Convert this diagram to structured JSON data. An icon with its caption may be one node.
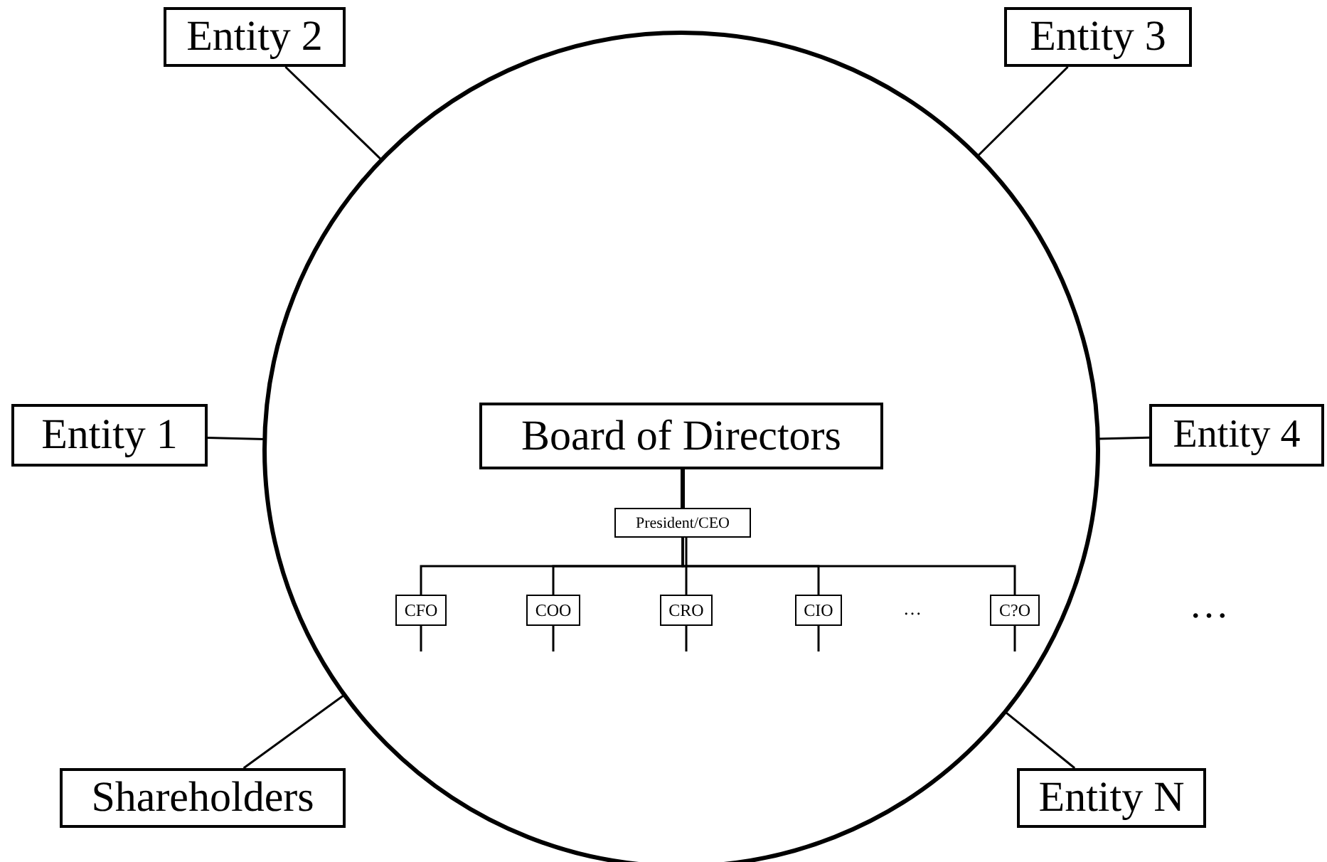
{
  "diagram": {
    "nodes": [
      {
        "text": [],
        "shape": "circle"
      },
      {
        "text": [
          "Entity 2"
        ]
      },
      {
        "text": [
          "Entity 3"
        ]
      },
      {
        "text": [
          "Entity 1"
        ]
      },
      {
        "text": [
          "Board of Directors"
        ],
        "in": 0
      },
      {
        "text": [
          "Entity 4"
        ]
      },
      {
        "text": [
          "President/CEO"
        ],
        "in": 0
      },
      {
        "text": [
          "CFO"
        ],
        "in": 0
      },
      {
        "text": [
          "COO"
        ],
        "in": 0
      },
      {
        "text": [
          "CRO"
        ],
        "in": 0
      },
      {
        "text": [
          "CIO"
        ],
        "in": 0
      },
      {
        "text": [
          "C?O"
        ],
        "in": 0
      },
      {
        "text": [
          "Shareholders"
        ]
      },
      {
        "text": [
          "Entity N"
        ]
      }
    ],
    "edges": [
      {
        "from": 1,
        "to": 0,
        "arrow": "none"
      },
      {
        "from": 2,
        "to": 0,
        "arrow": "none"
      },
      {
        "from": 3,
        "to": 0,
        "arrow": "none"
      },
      {
        "from": 5,
        "to": 0,
        "arrow": "none"
      },
      {
        "from": 12,
        "to": 0,
        "arrow": "none"
      },
      {
        "from": 13,
        "to": 0,
        "arrow": "none"
      },
      {
        "from": 4,
        "to": 6,
        "arrow": "none",
        "style": "thick"
      },
      {
        "from": 6,
        "to": 7,
        "arrow": "none"
      },
      {
        "from": 6,
        "to": 8,
        "arrow": "none"
      },
      {
        "from": 6,
        "to": 9,
        "arrow": "none"
      },
      {
        "from": 6,
        "to": 10,
        "arrow": "none"
      },
      {
        "from": 6,
        "to": 11,
        "arrow": "none"
      },
      {
        "from": 7,
        "to": null,
        "arrow": "none"
      },
      {
        "from": 8,
        "to": null,
        "arrow": "none"
      },
      {
        "from": 9,
        "to": null,
        "arrow": "none"
      },
      {
        "from": 10,
        "to": null,
        "arrow": "none"
      },
      {
        "from": 11,
        "to": null,
        "arrow": "none"
      }
    ],
    "labels": [
      "…",
      "…"
    ]
  }
}
